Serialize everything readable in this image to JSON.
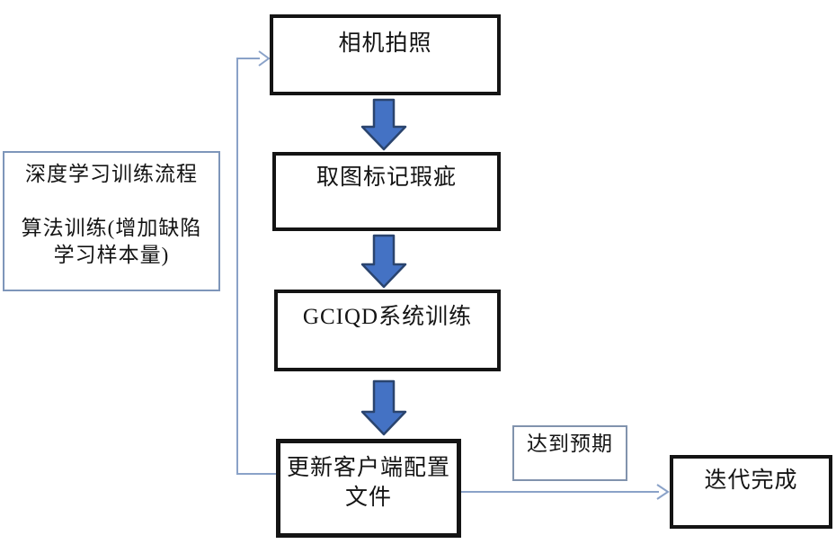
{
  "diagram": {
    "type": "flowchart",
    "nodes": {
      "camera": {
        "label": "相机拍照"
      },
      "mark_defects": {
        "label": "取图标记瑕疵"
      },
      "gciqd_training": {
        "label": "GCIQD系统训练"
      },
      "update_config": {
        "label": "更新客户端配置文件",
        "line1": "更新客户端配置",
        "line2": "文件"
      },
      "iteration_done": {
        "label": "迭代完成"
      },
      "process_note": {
        "line1": "深度学习训练流程",
        "line2": "算法训练(增加缺陷",
        "line3": "学习样本量)"
      },
      "condition_label": {
        "label": "达到预期"
      }
    },
    "edges": [
      {
        "from": "camera",
        "to": "mark_defects",
        "style": "block-arrow"
      },
      {
        "from": "mark_defects",
        "to": "gciqd_training",
        "style": "block-arrow"
      },
      {
        "from": "gciqd_training",
        "to": "update_config",
        "style": "block-arrow"
      },
      {
        "from": "update_config",
        "to": "camera",
        "style": "thin-elbow-arrow",
        "meaning": "feedback loop"
      },
      {
        "from": "update_config",
        "to": "iteration_done",
        "style": "thin-arrow",
        "condition": "达到预期"
      }
    ],
    "colors": {
      "background": "#ffffff",
      "process_box_border": "#141414",
      "note_box_border": "#7e96ba",
      "connector_line": "#8aa2c8",
      "block_arrow_fill": "#4472c4",
      "block_arrow_stroke": "#2a446e",
      "text": "#141414"
    }
  }
}
